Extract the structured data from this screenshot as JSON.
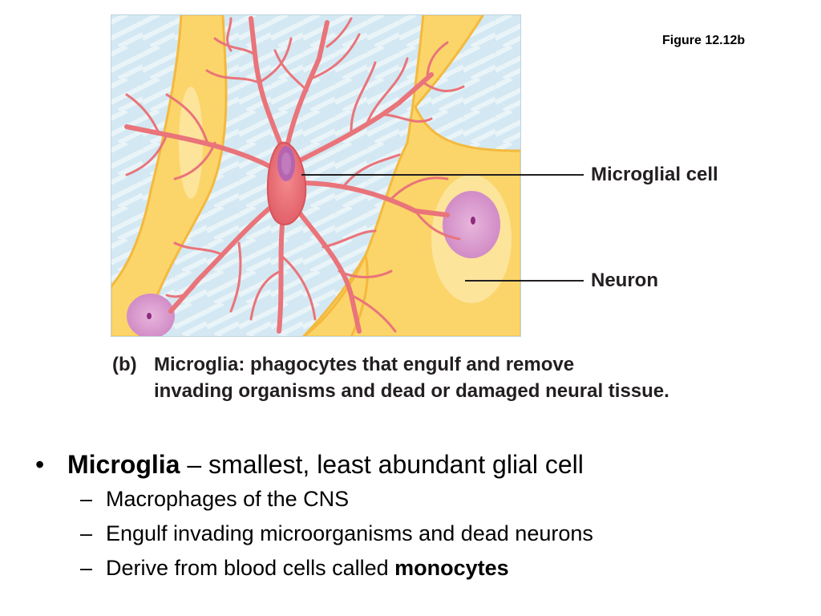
{
  "figure_ref": "Figure 12.12b",
  "illustration": {
    "colors": {
      "background": "#d3e8f2",
      "neuron": "#fbd56a",
      "microglia": "#e9747a",
      "nucleus": "#c06ab6"
    },
    "labels": {
      "microglial_cell": "Microglial cell",
      "neuron": "Neuron"
    }
  },
  "caption": {
    "tag": "(b)",
    "term": "Microglia:",
    "text_line1": "phagocytes that engulf and remove",
    "text_line2": "invading organisms and dead or damaged neural tissue."
  },
  "bullets": {
    "main": {
      "marker": "•",
      "term": "Microglia",
      "rest": " – smallest, least abundant glial cell"
    },
    "sub": [
      {
        "marker": "–",
        "text": "Macrophages of the CNS"
      },
      {
        "marker": "–",
        "text": "Engulf invading microorganisms and dead neurons"
      },
      {
        "marker": "–",
        "text": "Derive from blood cells called ",
        "strong": "monocytes"
      }
    ]
  }
}
